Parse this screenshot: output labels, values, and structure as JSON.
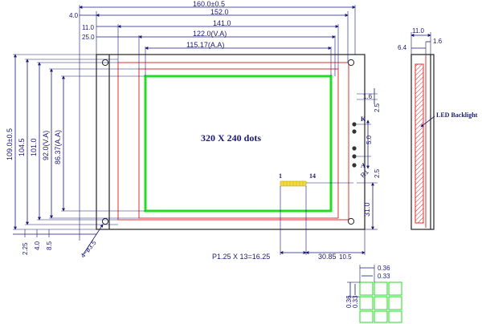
{
  "colors": {
    "dimension": "#1a1a7a",
    "outline": "#222222",
    "bezel": "#e03030",
    "active_area": "#22dd22",
    "connector": "#f2d84a"
  },
  "center_label": "320 X 240 dots",
  "top_dims": {
    "overall": "160.0±0.5",
    "d152": "152.0",
    "d4": "4.0",
    "d141": "141.0",
    "d11": "11.0",
    "va": "122.0(V.A)",
    "d25": "25.0",
    "aa": "115.17(A.A)"
  },
  "left_dims": {
    "overall": "109.0±0.5",
    "d104": "104.5",
    "d101": "101.0",
    "va": "92.0(V.A)",
    "aa": "86.37(A.A)",
    "b225": "2.25",
    "b4": "4.0",
    "b85": "8.5"
  },
  "hole_label": "4−ø3.5",
  "pin_first": "1",
  "pin_last": "14",
  "pitch_label": "P1.25 X 13=16.25",
  "offset_bottom": "30.85",
  "offset_bottom_tail": "10.5",
  "right_dims": {
    "d16": "1.6",
    "d25a": "2.5",
    "d50": "5.0",
    "d25b": "2.5",
    "d31": "31.0",
    "k": "K",
    "a": "A",
    "r1": "R1"
  },
  "side_dims": {
    "d11": "11.0",
    "d16": "1.6",
    "d64": "6.4",
    "backlight": "LED Backlight"
  },
  "pixel_dims": {
    "w036": "0.36",
    "w033": "0.33",
    "h036": "0.36",
    "h033": "0.33"
  }
}
